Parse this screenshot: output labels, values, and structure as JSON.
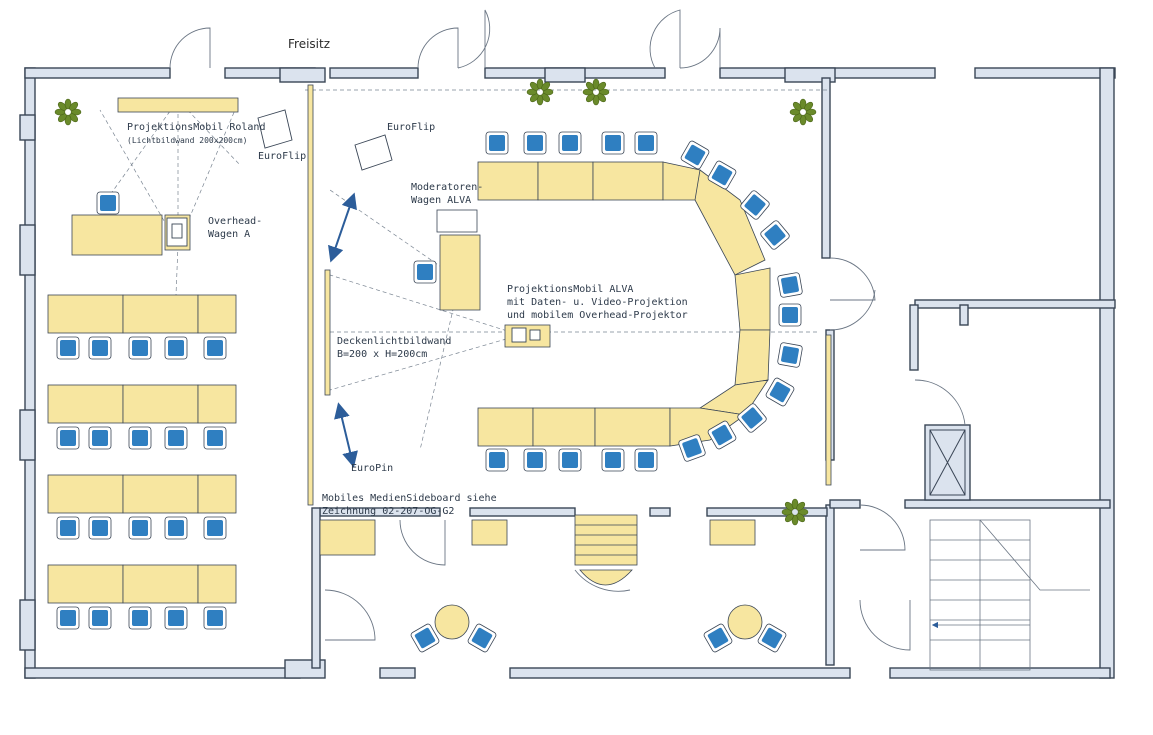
{
  "labels": {
    "outside_area": "Freisitz",
    "projector_roland": "ProjektionsMobil Roland",
    "projector_roland_sub": "(Lichtbildwand 200x200cm)",
    "euroflip_left": "EuroFlip",
    "euroflip_right": "EuroFlip",
    "overhead_wagon_line1": "Overhead-",
    "overhead_wagon_line2": "Wagen A",
    "moderator_wagon_line1": "Moderatoren-",
    "moderator_wagon_line2": "Wagen ALVA",
    "alva_line1": "ProjektionsMobil ALVA",
    "alva_line2": "mit Daten- u. Video-Projektion",
    "alva_line3": "und mobilem Overhead-Projektor",
    "ceiling_screen_line1": "Deckenlichtbildwand",
    "ceiling_screen_line2": "B=200 x H=200cm",
    "europin": "EuroPin",
    "sideboard_line1": "Mobiles MedienSideboard siehe",
    "sideboard_line2": "Zeichnung 02-207-OG-G2"
  },
  "colors": {
    "wall_fill": "#dbe3ee",
    "wall_stroke": "#3a4656",
    "table_fill": "#f7e6a0",
    "chair_fill": "#2f7fc1",
    "plant": "#6a8a2a",
    "arrow": "#2c5d9a"
  }
}
